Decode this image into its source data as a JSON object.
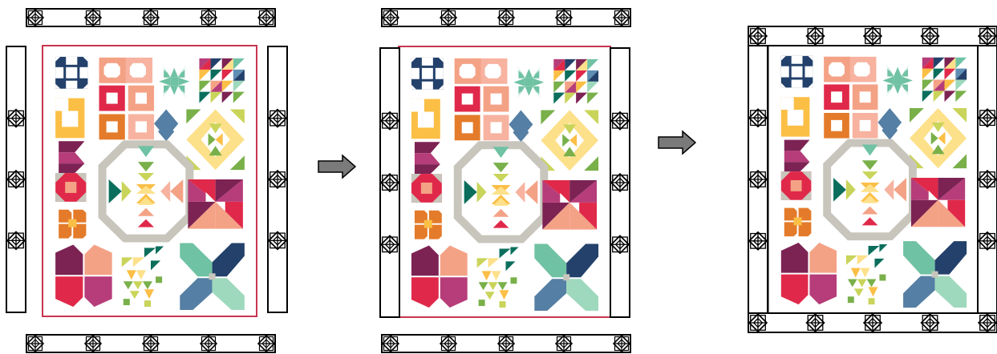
{
  "steps": [
    {
      "name": "step-1-layout",
      "state": "borders-separate",
      "frame_color": "#c8354f"
    },
    {
      "name": "step-2-side-borders-attached",
      "state": "side-borders-attached",
      "frame_color": "#c8354f"
    },
    {
      "name": "step-3-finished-quilt",
      "state": "all-borders-attached",
      "frame_color": "#000000"
    }
  ],
  "arrows": [
    {
      "name": "arrow-1",
      "fill": "#7a7a7a"
    },
    {
      "name": "arrow-2",
      "fill": "#7a7a7a"
    }
  ],
  "border_strip": {
    "icon": "diamond-cornerstone-icon",
    "stroke": "#000000",
    "fill": "#ffffff"
  },
  "palette": {
    "navy": "#23416b",
    "blush": "#f7b3a0",
    "salmon": "#f4a286",
    "crimson": "#e0294a",
    "orange": "#e47b2a",
    "gold": "#fbbf46",
    "mint": "#6fc2a3",
    "teal": "#0b6e5c",
    "grass": "#79b04a",
    "lime": "#c9d45a",
    "butter": "#fde08a",
    "plum": "#7d2353",
    "magenta": "#b63d79",
    "slate": "#557fa4",
    "sky": "#5f8eb3",
    "seafoam": "#9fd9bd",
    "greige": "#c8c6bc"
  }
}
